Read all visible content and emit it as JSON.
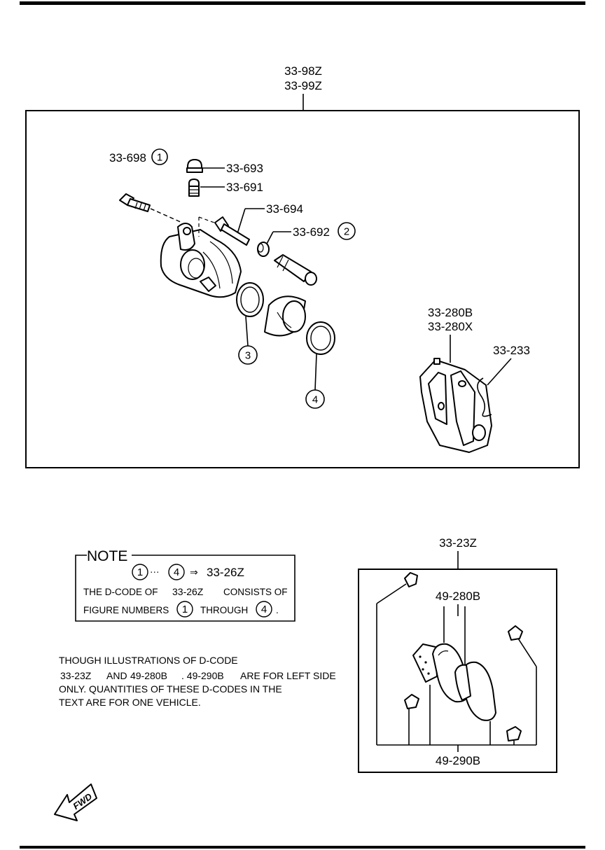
{
  "assembly": {
    "code_lines": [
      "33-98Z",
      "33-99Z"
    ]
  },
  "parts": {
    "bolt_a": "33-698",
    "cap": "33-693",
    "bleeder": "33-691",
    "pin": "33-694",
    "boot_small": "33-692",
    "bracket": [
      "33-280B",
      "33-280X"
    ],
    "spring": "33-233"
  },
  "figure_numbers": [
    "1",
    "2",
    "3",
    "4"
  ],
  "note": {
    "title": "NOTE",
    "range_sep": "···",
    "arrow": "⇒",
    "target": "33-26Z",
    "line2_prefix": "THE D-CODE OF",
    "line2_code": "33-26Z",
    "line2_suffix": "CONSISTS OF",
    "line3_prefix": "FIGURE NUMBERS",
    "line3_mid": "THROUGH",
    "line3_end": "."
  },
  "description": {
    "line1": "THOUGH ILLUSTRATIONS OF D-CODE",
    "line2_a": "33-23Z",
    "line2_b": "AND",
    "line2_c": "49-280B",
    "line2_d": ". 49-290B",
    "line2_e": "ARE FOR LEFT SIDE",
    "line3": "ONLY. QUANTITIES OF THESE D-CODES IN THE",
    "line4": "TEXT ARE FOR ONE VEHICLE."
  },
  "pad_kit": {
    "code": "33-23Z",
    "inner_pad": "49-280B",
    "outer_pad": "49-290B"
  },
  "fwd_label": "FWD"
}
